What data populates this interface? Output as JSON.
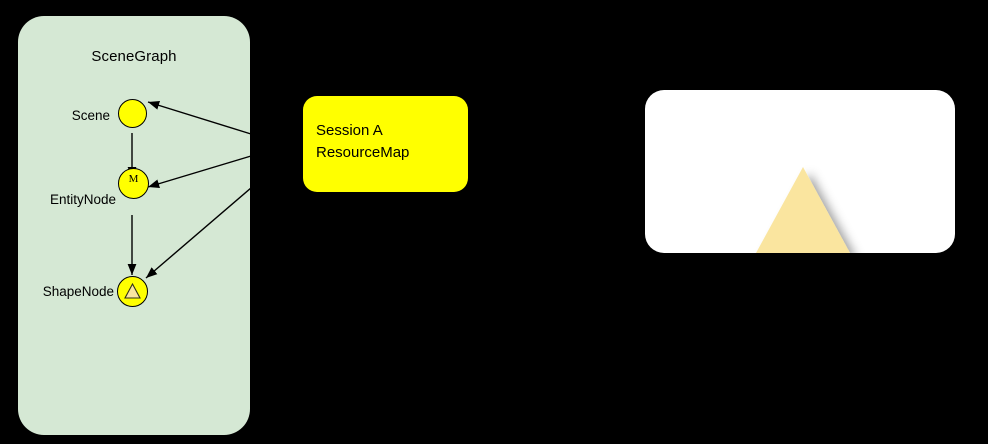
{
  "diagram": {
    "title": "SceneGraph scene graph and session resource map diagram",
    "background_color": "#000000"
  },
  "scenegraph": {
    "title": "SceneGraph",
    "fill_color": "#d5e8d4",
    "nodes": [
      {
        "id": "scene",
        "label": "Scene",
        "inner": "",
        "shape": "circle",
        "fill": "#ffff00"
      },
      {
        "id": "entitynode",
        "label": "EntityNode",
        "inner": "M",
        "shape": "circle",
        "fill": "#ffff00"
      },
      {
        "id": "shapenode",
        "label": "ShapeNode",
        "inner": "",
        "shape": "circle-with-triangle",
        "fill": "#ffff00"
      }
    ],
    "edges": [
      {
        "from": "scene",
        "to": "entitynode",
        "kind": "child-link"
      },
      {
        "from": "entitynode",
        "to": "shapenode",
        "kind": "child-link"
      },
      {
        "from": "resourcemap",
        "to": "scene",
        "kind": "resource-ref"
      },
      {
        "from": "resourcemap",
        "to": "entitynode",
        "kind": "resource-ref"
      },
      {
        "from": "resourcemap",
        "to": "shapenode",
        "kind": "resource-ref"
      }
    ]
  },
  "session": {
    "box_label": "Session A\nResourceMap",
    "line_1": "Session A",
    "line_2": "ResourceMap",
    "fill_color": "#ffff00"
  },
  "render_view": {
    "panel_fill": "#ffffff",
    "shape": "triangle",
    "shape_fill": "#fae59f"
  }
}
